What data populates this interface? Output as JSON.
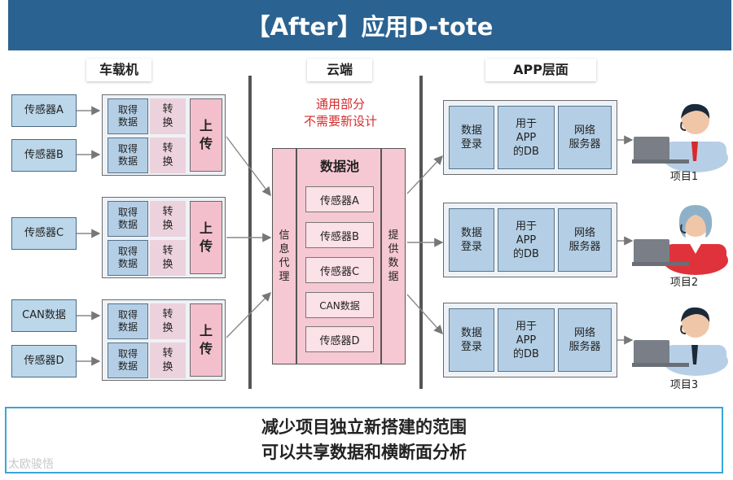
{
  "title": "【After】应用D-tote",
  "columns": {
    "vehicle": "车载机",
    "cloud": "云端",
    "app": "APP层面"
  },
  "cloud_note": [
    "通用部分",
    "不需要新设计"
  ],
  "sensors": [
    "传感器A",
    "传感器B",
    "传感器C",
    "CAN数据",
    "传感器D"
  ],
  "acquire_label": "取得数据",
  "acquire_lines": [
    "取得",
    "数据"
  ],
  "convert_lines": [
    "转",
    "换"
  ],
  "upload_lines": [
    "上",
    "传"
  ],
  "pool": {
    "title": "数据池",
    "items": [
      "传感器A",
      "传感器B",
      "传感器C",
      "CAN数据",
      "传感器D"
    ],
    "left_lines": [
      "信",
      "息",
      "代",
      "理"
    ],
    "right_lines": [
      "提",
      "供",
      "数",
      "据"
    ]
  },
  "app_blocks": {
    "login_lines": [
      "数据",
      "登录"
    ],
    "db_lines": [
      "用于",
      "APP",
      "的DB"
    ],
    "server_lines": [
      "网络",
      "服务器"
    ]
  },
  "projects": [
    "项目1",
    "项目2",
    "项目3"
  ],
  "bottom_lines": [
    "减少项目独立新搭建的范围",
    "可以共享数据和横断面分析"
  ],
  "watermark": "太欧骏悟",
  "colors": {
    "title_bg": "#2a6391",
    "blue_box": "#bcd7ea",
    "pink_box": "#f3bfcc",
    "note_red": "#d62b2b",
    "frame_blue": "#3aa6d8"
  },
  "icons": [
    "person-male-icon",
    "person-female-icon",
    "laptop-icon"
  ]
}
